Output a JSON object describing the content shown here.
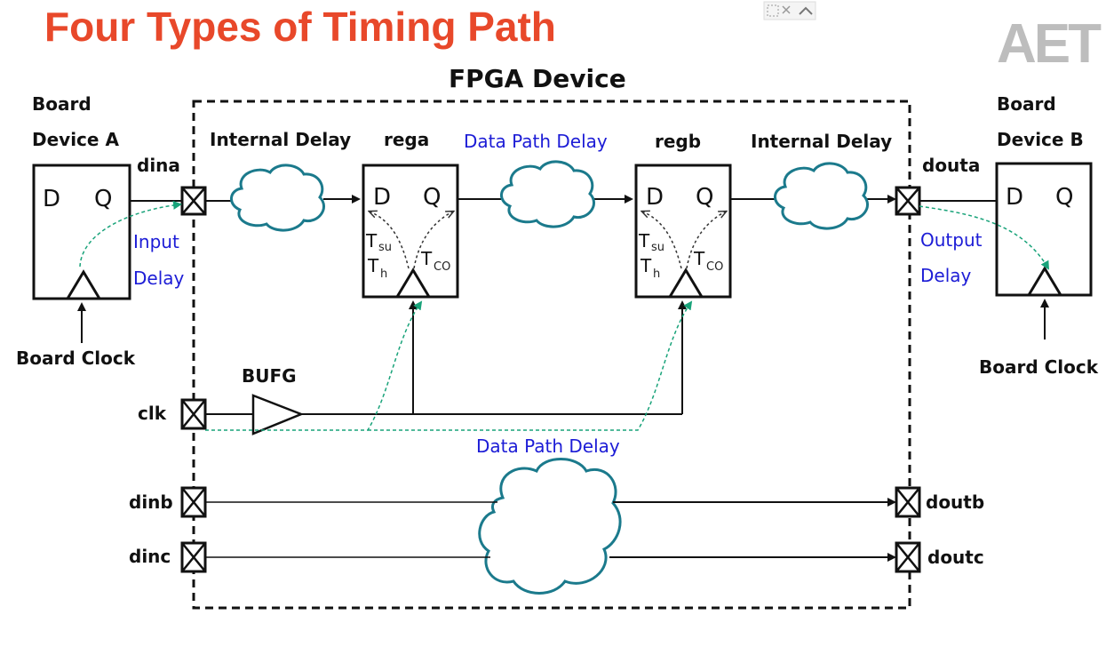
{
  "title": "Four Types of Timing Path",
  "logo": "AET",
  "colors": {
    "title": "#e8482a",
    "cloud": "#1b7a8c",
    "path": "#19a37a",
    "annotation": "#1c1cd6"
  },
  "fpga_label": "FPGA Device",
  "board_a": {
    "line1": "Board",
    "line2": "Device A",
    "d": "D",
    "q": "Q",
    "clock": "Board Clock"
  },
  "board_b": {
    "line1": "Board",
    "line2": "Device B",
    "d": "D",
    "q": "Q",
    "clock": "Board Clock"
  },
  "pins": {
    "dina": "dina",
    "douta": "douta",
    "clk": "clk",
    "dinb": "dinb",
    "dinc": "dinc",
    "doutb": "doutb",
    "doutc": "doutc"
  },
  "rega": {
    "name": "rega",
    "d": "D",
    "q": "Q",
    "tsu": "su",
    "th": "h",
    "tco": "CO",
    "t": "T"
  },
  "regb": {
    "name": "regb",
    "d": "D",
    "q": "Q",
    "tsu": "su",
    "th": "h",
    "tco": "CO",
    "t": "T"
  },
  "labels": {
    "internal_delay_in": "Internal Delay",
    "data_path_delay_top": "Data Path Delay",
    "internal_delay_out": "Internal Delay",
    "input_delay_1": "Input",
    "input_delay_2": "Delay",
    "output_delay_1": "Output",
    "output_delay_2": "Delay",
    "bufg": "BUFG",
    "data_path_delay_bottom": "Data Path Delay"
  }
}
